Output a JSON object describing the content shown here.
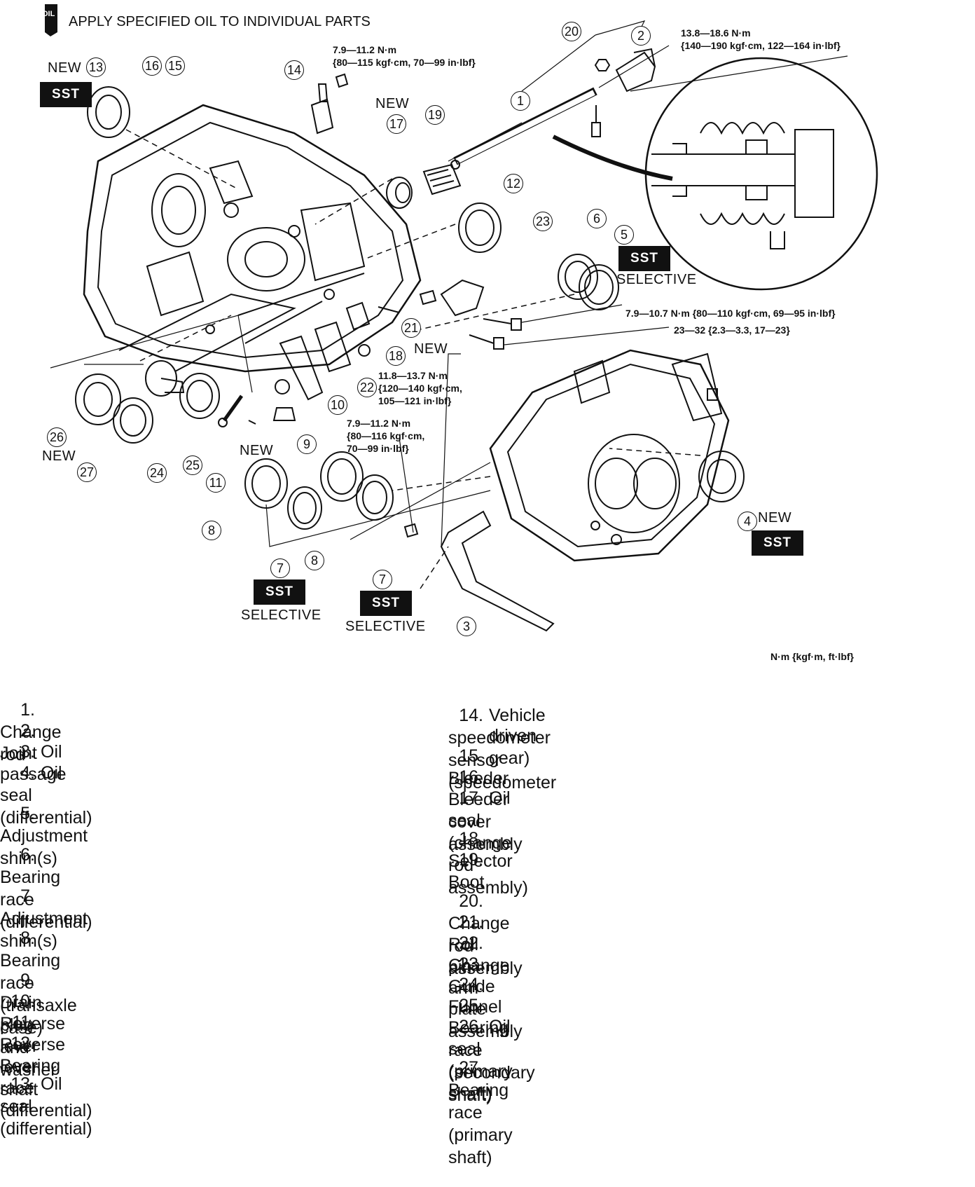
{
  "header": {
    "oil_note": "APPLY SPECIFIED OIL TO INDIVIDUAL PARTS",
    "oil_icon_label": "OIL"
  },
  "units_note": "N·m {kgf·m, ft·lbf}",
  "torques": {
    "t14": "7.9—11.2 N·m\n{80—115 kgf·cm, 70—99 in·lbf}",
    "t2": "13.8—18.6 N·m\n{140—190 kgf·cm, 122—164 in·lbf}",
    "t23a": "7.9—10.7 N·m {80—110 kgf·cm, 69—95 in·lbf}",
    "t23b": "23—32 {2.3—3.3, 17—23}",
    "t22": "11.8—13.7 N·m\n{120—140 kgf·cm,\n105—121 in·lbf}",
    "t9": "7.9—11.2 N·m\n{80—116 kgf·cm,\n70—99 in·lbf}"
  },
  "labels": {
    "new": "NEW",
    "sst": "SST",
    "selective": "SELECTIVE"
  },
  "callouts": [
    "1",
    "2",
    "3",
    "4",
    "5",
    "6",
    "7",
    "8",
    "9",
    "10",
    "11",
    "12",
    "13",
    "14",
    "15",
    "16",
    "17",
    "18",
    "19",
    "20",
    "21",
    "22",
    "23",
    "24",
    "25",
    "26",
    "27"
  ],
  "legend_left": [
    {
      "num": "1.",
      "text": "Change rod"
    },
    {
      "num": "2.",
      "text": "Joint"
    },
    {
      "num": "3.",
      "text": "Oil passage"
    },
    {
      "num": "4.",
      "text": "Oil seal (differential)"
    },
    {
      "num": "5.",
      "text": "Adjustment shim(s)"
    },
    {
      "num": "6.",
      "text": "Bearing race (differential)"
    },
    {
      "num": "7.",
      "text": "Adjustment shim(s)"
    },
    {
      "num": "8.",
      "text": "Bearing race (transaxle case)"
    },
    {
      "num": "9.",
      "text": "Drain plug and washer"
    },
    {
      "num": "10.",
      "text": "Reverse lever"
    },
    {
      "num": "11.",
      "text": "Reverse lever shaft"
    },
    {
      "num": "12.",
      "text": "Bearing race (differential)"
    },
    {
      "num": "13.",
      "text": "Oil seal (differential)"
    }
  ],
  "legend_right": [
    {
      "num": "14.",
      "text": "Vehicle speedometer sensor (speedometer",
      "cont": "driven gear)"
    },
    {
      "num": "15.",
      "text": "Bleeder"
    },
    {
      "num": "16.",
      "text": "Bleeder cover assembly"
    },
    {
      "num": "17.",
      "text": "Oil seal (change rod assembly)"
    },
    {
      "num": "18.",
      "text": "Selector"
    },
    {
      "num": "19.",
      "text": "Boot"
    },
    {
      "num": "20.",
      "text": "Change rod assembly"
    },
    {
      "num": "21.",
      "text": "Roll pin"
    },
    {
      "num": "22.",
      "text": "Change arm"
    },
    {
      "num": "23.",
      "text": "Guide plate assembly"
    },
    {
      "num": "24.",
      "text": "Funnel"
    },
    {
      "num": "25.",
      "text": "Bearing race (secondary shaft)"
    },
    {
      "num": "26.",
      "text": "Oil seal (primary shaft)"
    },
    {
      "num": "27.",
      "text": "Bearing race (primary shaft)"
    }
  ]
}
